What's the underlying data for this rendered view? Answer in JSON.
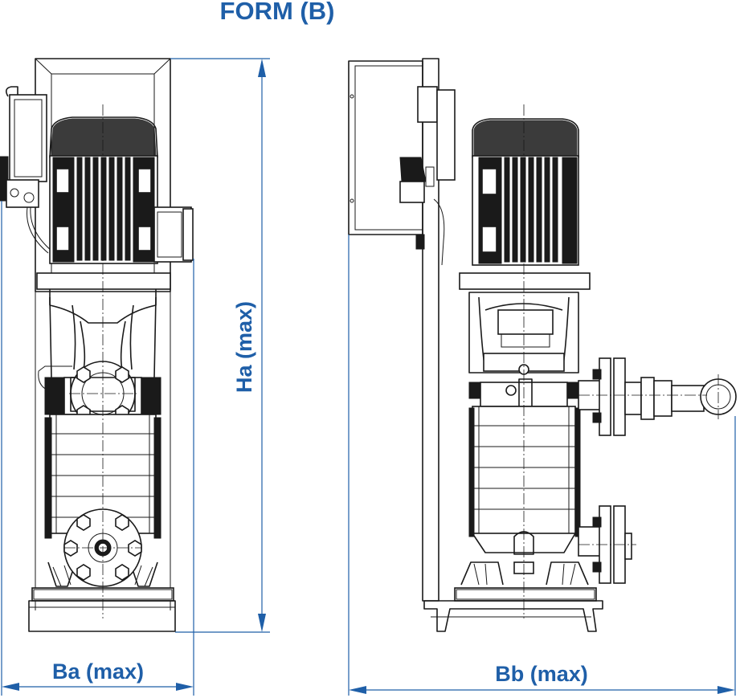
{
  "title": "FORM (B)",
  "dimensions": {
    "height_label": "Ha (max)",
    "width_a_label": "Ba (max)",
    "width_b_label": "Bb (max)"
  },
  "colors": {
    "accent": "#1f5fa8",
    "line": "#1a1a1a"
  }
}
